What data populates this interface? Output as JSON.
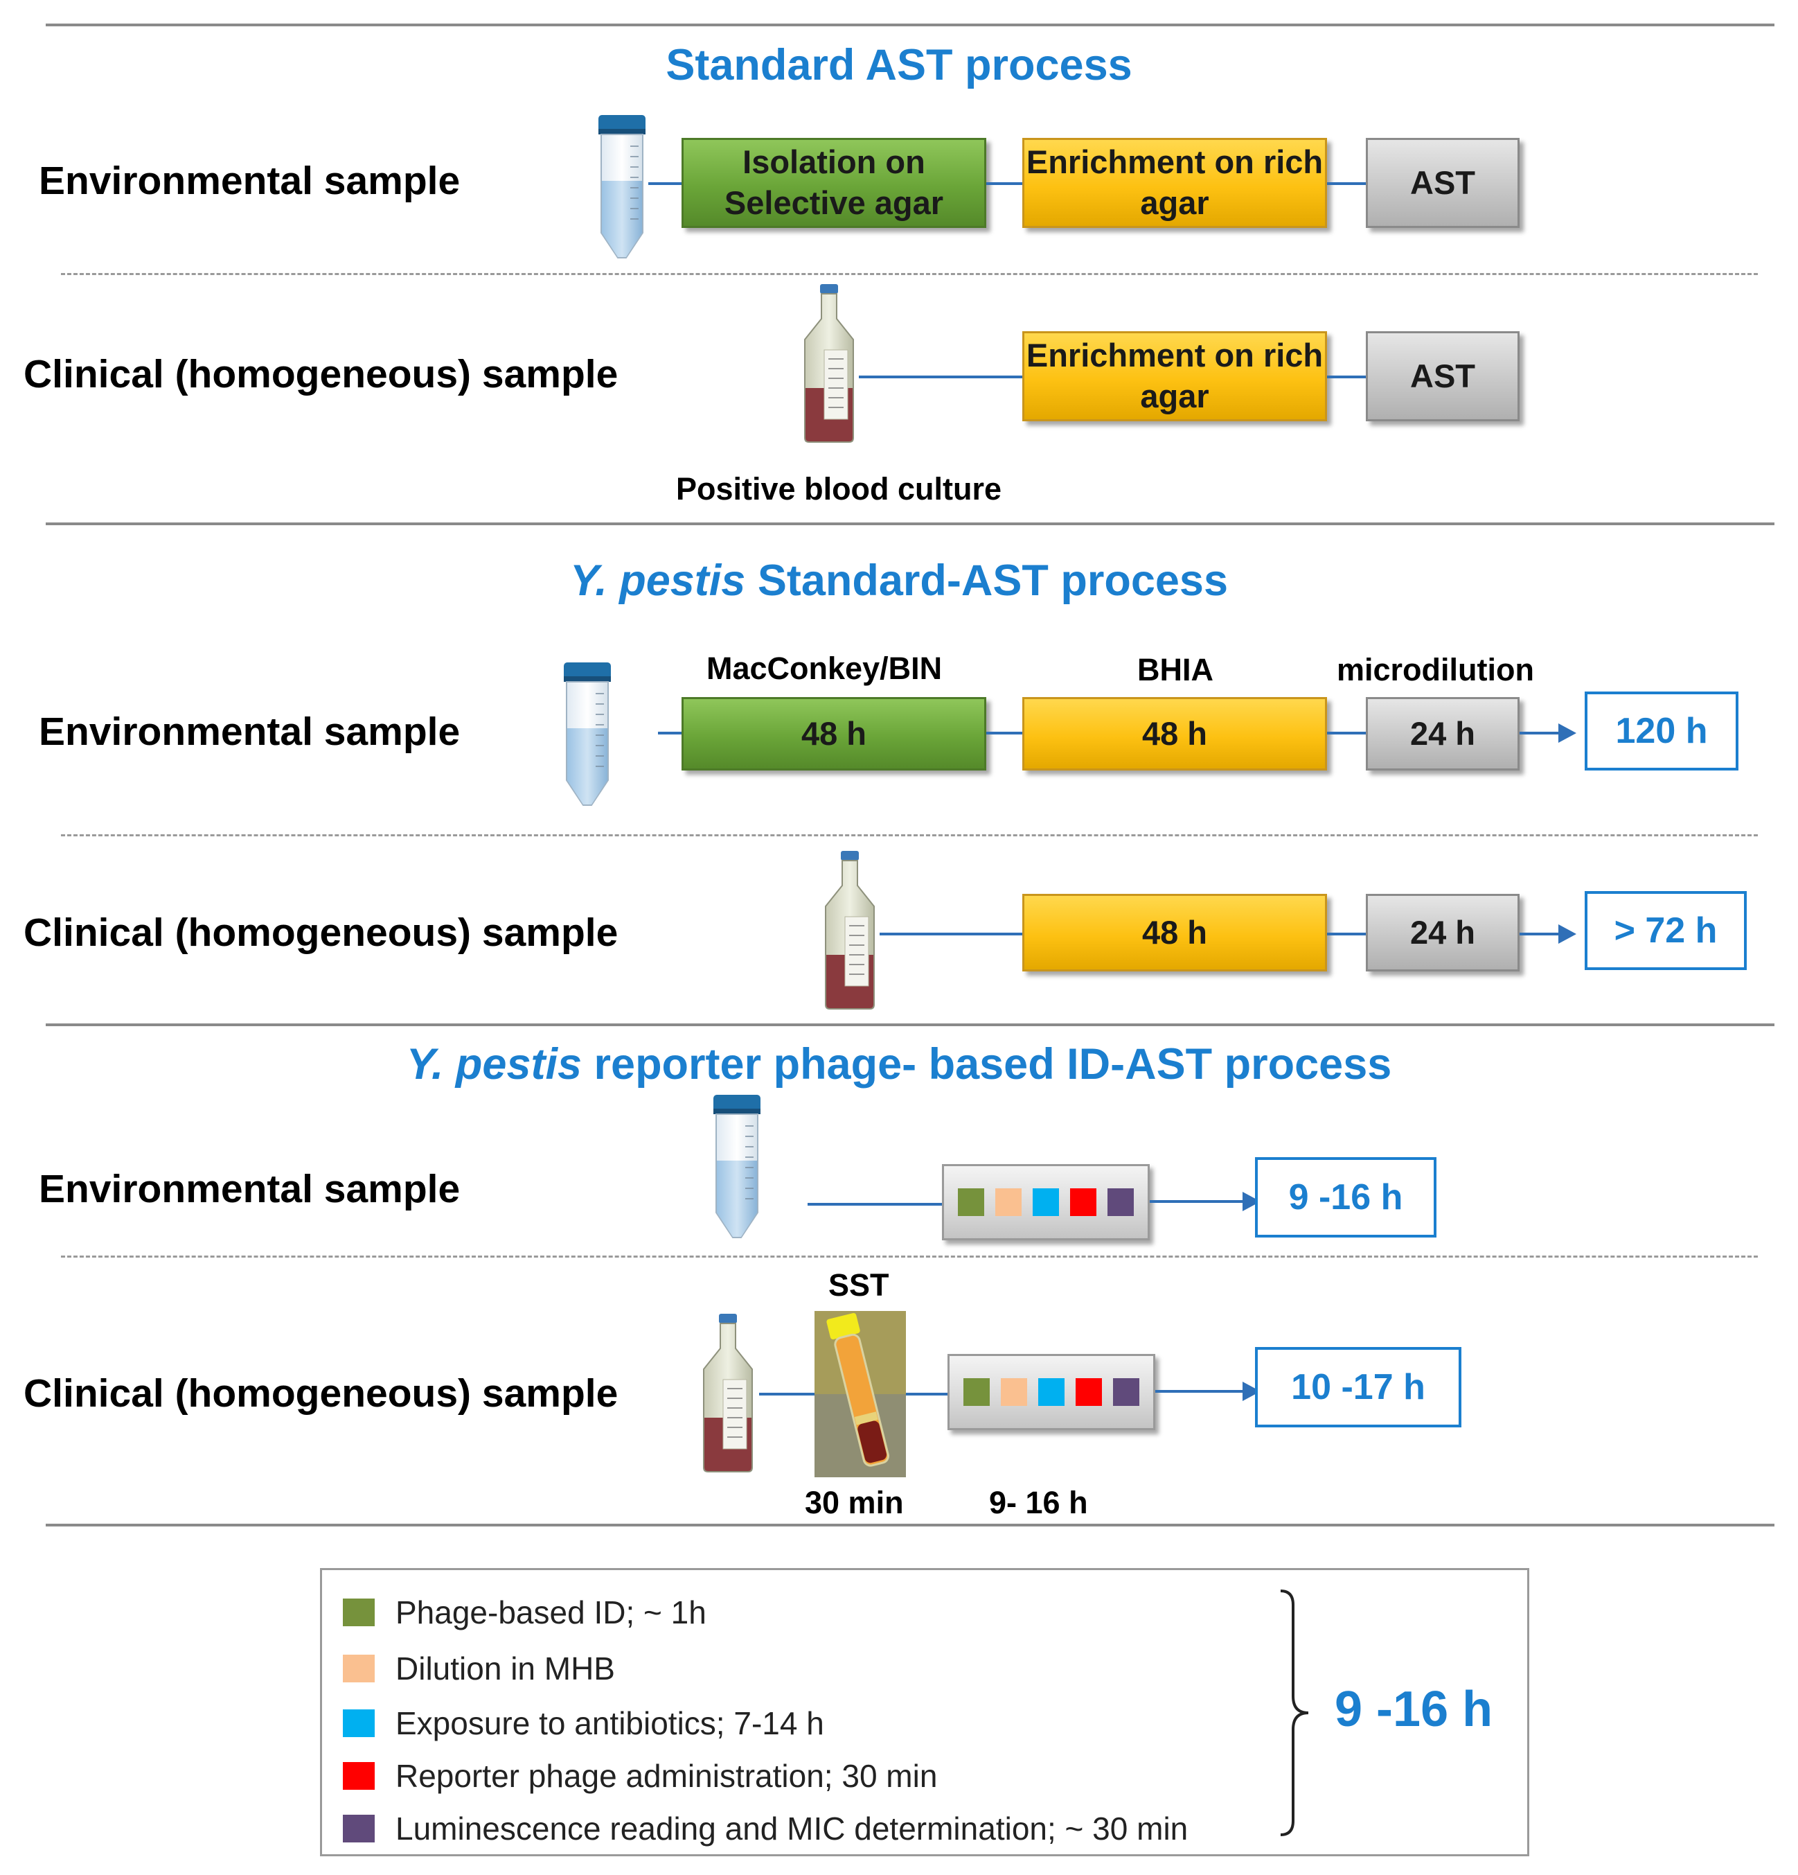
{
  "colors": {
    "title_blue": "#1b7fcf",
    "connector_blue": "#2f6fb7",
    "green_step": "#6aa538",
    "yellow_step": "#fdc112",
    "gray_step": "#c8c8c8",
    "phage_id": "#76923c",
    "dilution": "#fac090",
    "exposure": "#00b0f0",
    "reporter": "#ff0000",
    "luminescence": "#604a7b"
  },
  "section1": {
    "title": "Standard AST process",
    "env": {
      "label": "Environmental sample",
      "step1": "Isolation on Selective agar",
      "step2": "Enrichment on rich agar",
      "step3": "AST"
    },
    "clin": {
      "label": "Clinical (homogeneous) sample",
      "step2": "Enrichment on rich agar",
      "step3": "AST",
      "caption": "Positive blood culture"
    }
  },
  "section2": {
    "title_italic": "Y. pestis",
    "title_rest": " Standard-AST process",
    "col1": "MacConkey/BIN",
    "col2": "BHIA",
    "col3": "microdilution",
    "env": {
      "label": "Environmental sample",
      "step1": "48 h",
      "step2": "48 h",
      "step3": "24 h",
      "result": "120 h"
    },
    "clin": {
      "label": "Clinical (homogeneous) sample",
      "step2": "48 h",
      "step3": "24 h",
      "result": "> 72 h"
    }
  },
  "section3": {
    "title_italic": "Y. pestis",
    "title_rest": " reporter phage- based ID-AST process",
    "env": {
      "label": "Environmental sample",
      "result": "9 -16 h"
    },
    "clin": {
      "label": "Clinical (homogeneous) sample",
      "sst_label": "SST",
      "sst_time": "30 min",
      "plate_time": "9- 16 h",
      "result": "10 -17 h"
    }
  },
  "legend": {
    "items": [
      {
        "text": "Phage-based ID; ~ 1h",
        "color": "#76923c"
      },
      {
        "text": "Dilution in MHB",
        "color": "#fac090"
      },
      {
        "text": "Exposure to antibiotics; 7-14 h",
        "color": "#00b0f0"
      },
      {
        "text": "Reporter phage administration; 30 min",
        "color": "#ff0000"
      },
      {
        "text": "Luminescence reading and MIC determination; ~ 30 min",
        "color": "#604a7b"
      }
    ],
    "total": "9 -16 h"
  }
}
